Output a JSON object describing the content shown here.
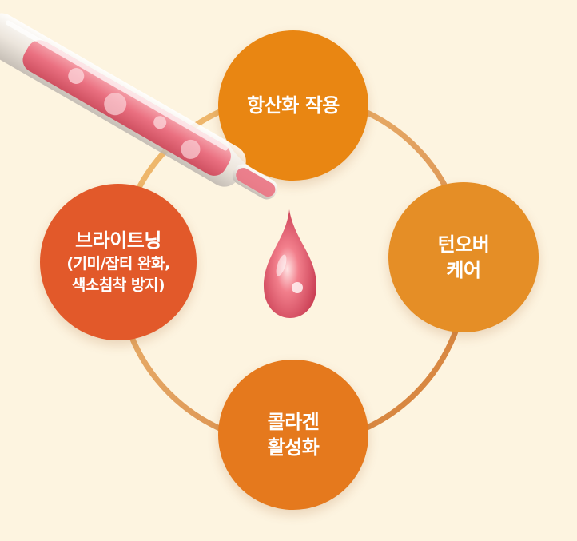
{
  "diagram": {
    "nodes": [
      {
        "id": "antioxidant",
        "lines": [
          "항산화 작용"
        ]
      },
      {
        "id": "tone",
        "lines": [
          "턴오버",
          "케어"
        ]
      },
      {
        "id": "collagen",
        "lines": [
          "콜라겐",
          "활성화"
        ]
      },
      {
        "id": "brightening",
        "title": "브라이트닝",
        "lines": [
          "(기미/잡티 완화,",
          "색소침착 방지)"
        ]
      }
    ]
  },
  "colors": {
    "background": "#fdf4e0",
    "ring": "#e3a062",
    "antioxidant": "#e98612",
    "tone": "#e58e26",
    "collagen": "#e5791d",
    "brightening": "#e2592a",
    "serum": "#e8586a"
  }
}
